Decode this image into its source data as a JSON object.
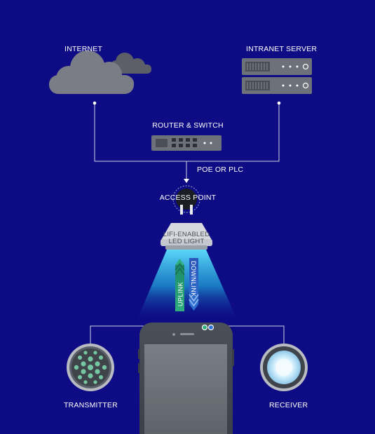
{
  "labels": {
    "internet": "INTERNET",
    "intranet_server": "INTRANET SERVER",
    "router_switch": "ROUTER & SWITCH",
    "poe_or_plc": "POE OR PLC",
    "access_point": "ACCESS POINT",
    "led_light_line1": "LIFI-ENABLED",
    "led_light_line2": "LED LIGHT",
    "uplink": "UPLINK",
    "downlink": "DOWNLINK",
    "transmitter": "TRANSMITTER",
    "receiver": "RECEIVER"
  },
  "colors": {
    "background": "#0d0c84",
    "uplink_arrow": "#2fae7f",
    "downlink_arrow": "#2d6fd0",
    "light_beam": "#2fc6ea",
    "device_gray": "#5f656d"
  },
  "icons": [
    "cloud-icon",
    "server-icon",
    "router-icon",
    "access-point-icon",
    "led-bulb-icon",
    "smartphone-icon",
    "transmitter-icon",
    "receiver-icon"
  ]
}
